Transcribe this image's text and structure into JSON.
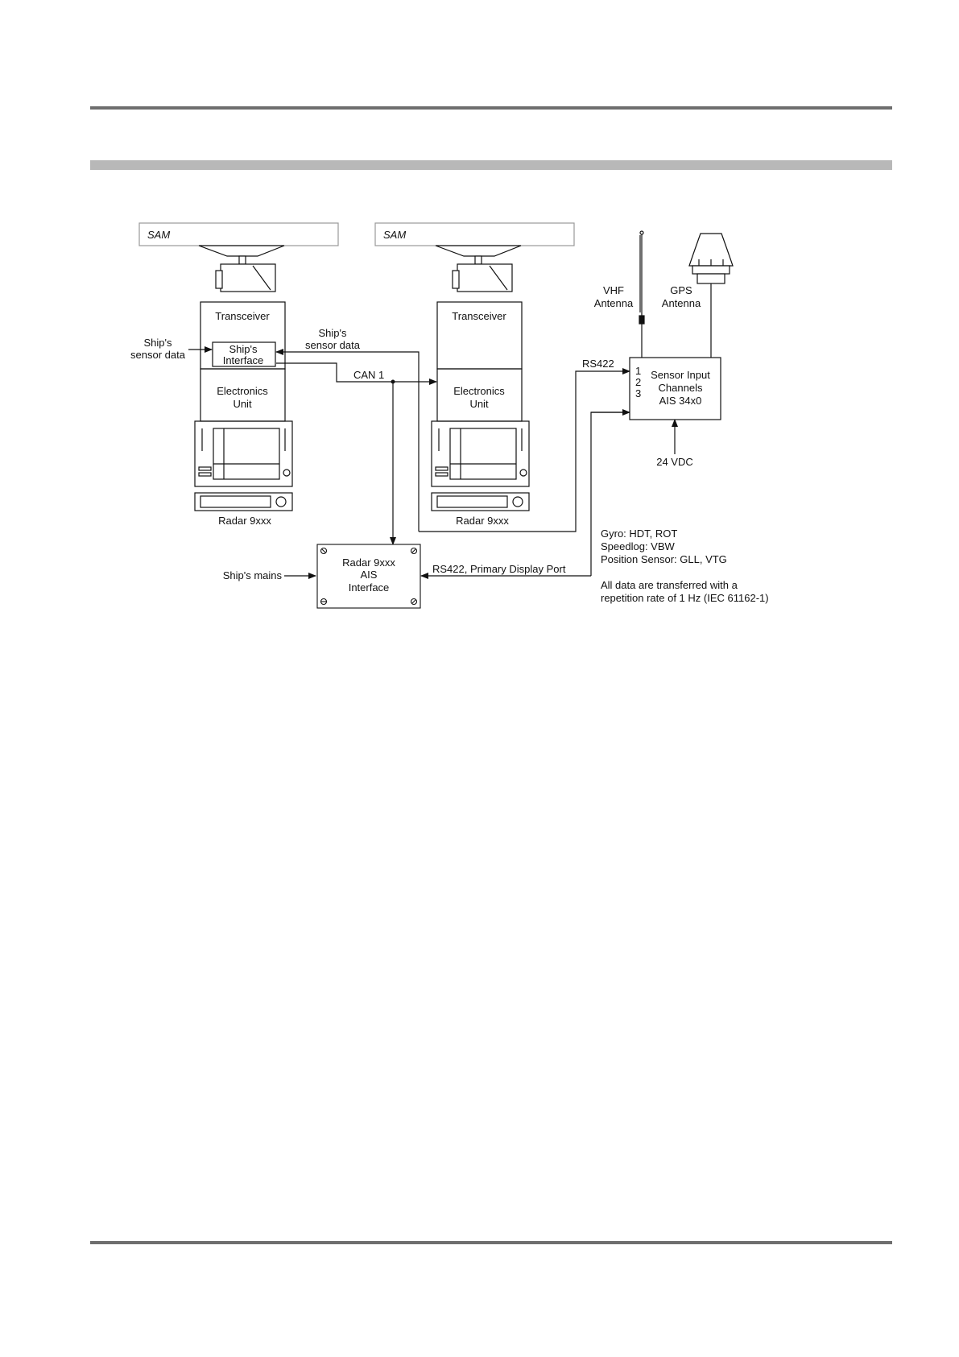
{
  "colors": {
    "ink": "#111111",
    "rule": "#6e6e6e",
    "band": "#b8b8b8"
  },
  "radar_left": {
    "antenna_label": "SAM",
    "transceiver": "Transceiver",
    "ships_interface_line1": "Ship's",
    "ships_interface_line2": "Interface",
    "electronics_line1": "Electronics",
    "electronics_line2": "Unit",
    "caption": "Radar 9xxx",
    "sensor_input_line1": "Ship's",
    "sensor_input_line2": "sensor data"
  },
  "radar_right": {
    "antenna_label": "SAM",
    "transceiver": "Transceiver",
    "electronics_line1": "Electronics",
    "electronics_line2": "Unit",
    "caption": "Radar 9xxx"
  },
  "connections": {
    "ships_sensor_line1": "Ship's",
    "ships_sensor_line2": "sensor data",
    "can": "CAN 1",
    "rs422": "RS422",
    "rs422_primary": "RS422, Primary Display Port",
    "ships_mains": "Ship's mains",
    "vdc": "24 VDC"
  },
  "antennas": {
    "vhf_line1": "VHF",
    "vhf_line2": "Antenna",
    "gps_line1": "GPS",
    "gps_line2": "Antenna"
  },
  "ais_box": {
    "ch1": "1",
    "ch2": "2",
    "ch3": "3",
    "line1": "Sensor Input",
    "line2": "Channels",
    "line3": "AIS 34x0"
  },
  "interface_box": {
    "line1": "Radar 9xxx",
    "line2": "AIS",
    "line3": "Interface"
  },
  "notes": {
    "gyro": "Gyro: HDT, ROT",
    "speedlog": "Speedlog: VBW",
    "position": "Position Sensor: GLL, VTG",
    "transfer_line1": "All data are transferred with a",
    "transfer_line2": "repetition rate of 1 Hz (IEC 61162-1)"
  }
}
